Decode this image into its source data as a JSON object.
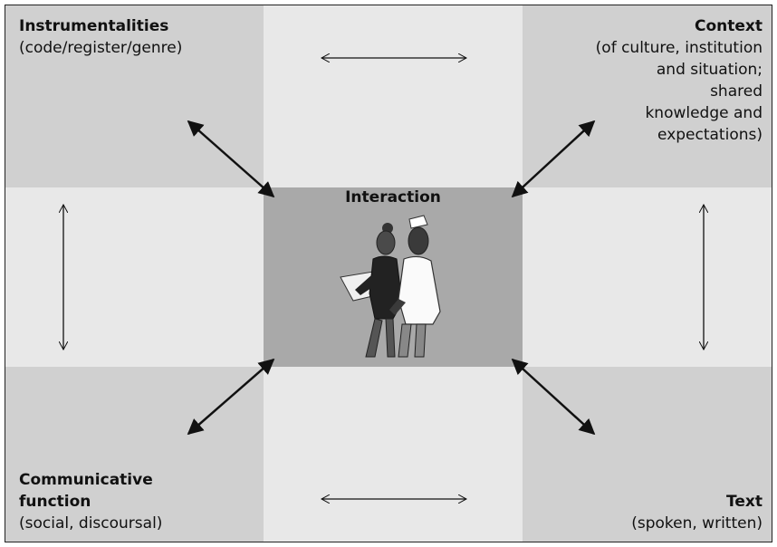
{
  "labels": {
    "instrumentalities": {
      "title": "Instrumentalities",
      "body": [
        "(code/register/genre)"
      ]
    },
    "context": {
      "title": "Context",
      "body": [
        "(of culture, institution",
        "and situation;",
        "shared",
        "knowledge and",
        "expectations)"
      ]
    },
    "communicative_function": {
      "title": [
        "Communicative",
        "function"
      ],
      "body": [
        "(social, discoursal)"
      ]
    },
    "text": {
      "title": "Text",
      "body": [
        "(spoken, written)"
      ]
    },
    "interaction": "Interaction"
  },
  "colors": {
    "corner_cell": "#d0d0d0",
    "edge_cell": "#e8e8e8",
    "center_cell": "#a9a9a9"
  },
  "illustration": "two-figures-reading-document"
}
